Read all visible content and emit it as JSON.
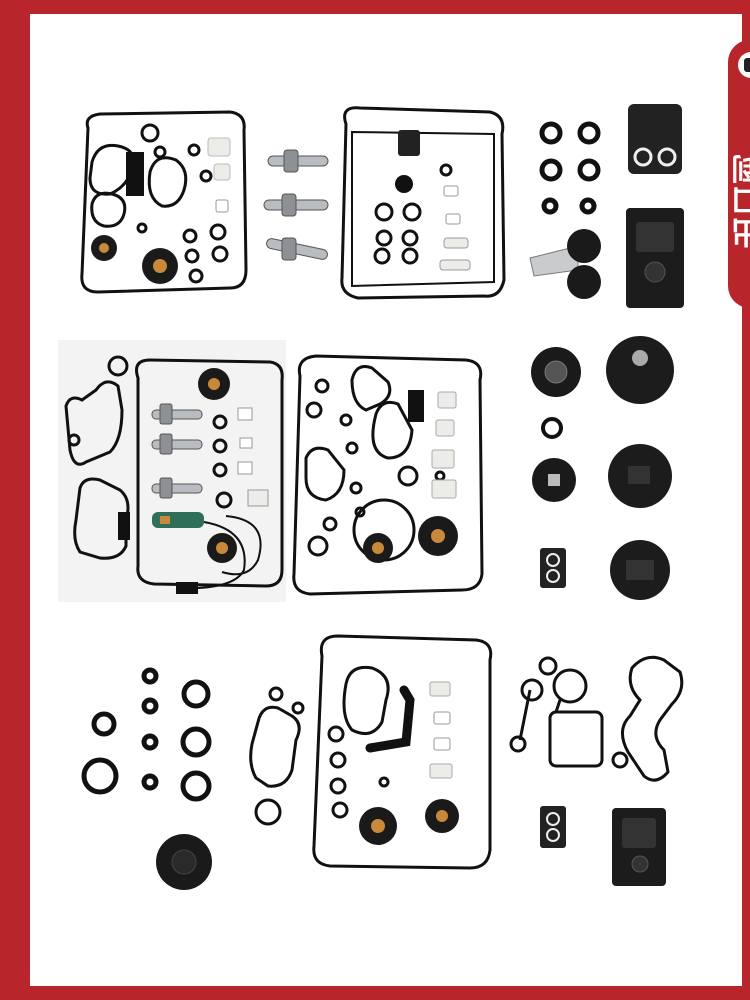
{
  "colors": {
    "frame": "#b8252a",
    "background": "#ffffff",
    "rubber": "#111111",
    "brass": "#c8893a",
    "white_plastic": "#ecece8",
    "metal": "#b9bcc0"
  },
  "side_tab": {
    "text": "出口到",
    "logo_icon": "brand-logo-icon"
  },
  "kits": [
    {
      "name": "kit-top-left-gasket-set"
    },
    {
      "name": "kit-top-center-gasket-set"
    },
    {
      "name": "kit-top-right-orings-covers"
    },
    {
      "name": "kit-middle-left-solenoid-set"
    },
    {
      "name": "kit-middle-center-gasket-set"
    },
    {
      "name": "kit-middle-right-diaphragms"
    },
    {
      "name": "kit-bottom-left-orings"
    },
    {
      "name": "kit-bottom-center-gasket-set"
    },
    {
      "name": "kit-bottom-right-gaskets"
    }
  ]
}
